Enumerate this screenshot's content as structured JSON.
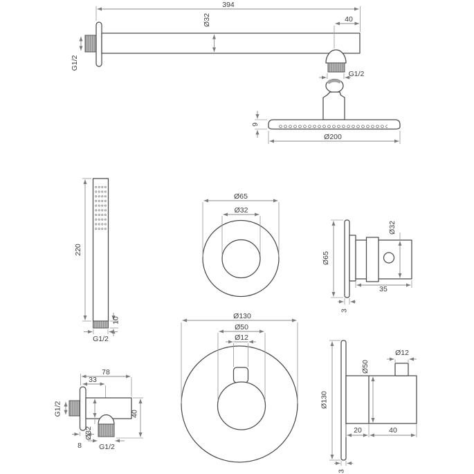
{
  "drawing": {
    "kind": "technical dimension diagram",
    "subject": "concealed thermostatic shower set (rain head arm, hand shower, outlet elbow, valve trims)",
    "units": "mm",
    "colors": {
      "background": "#ffffff",
      "object_line": "#4a4a4a",
      "dimension_line": "#8a8a8a",
      "text": "#3a3a3a",
      "thread_fill": "#b6b6b6",
      "thread_stripe": "#8b8b8b"
    }
  },
  "views": {
    "arm": {
      "title": "wall shower arm with rain head, side view",
      "labels": {
        "length": "394",
        "arm_diameter": "Ø32",
        "end_offset": "40",
        "wall_thread": "G1/2",
        "joint_thread": "G1/2",
        "head_thickness": "9",
        "head_diameter": "Ø200"
      }
    },
    "handshower": {
      "title": "hand shower, front view",
      "labels": {
        "length": "220",
        "nut_height": "10",
        "thread": "G1/2"
      }
    },
    "escutcheon_small": {
      "title": "small escutcheon, front view",
      "labels": {
        "outer_diameter": "Ø65",
        "inner_diameter": "Ø32"
      }
    },
    "valve_small": {
      "title": "diverter valve trim, side view",
      "labels": {
        "plate_diameter": "Ø65",
        "handle_diameter": "Ø32",
        "depth": "35",
        "plate_thickness": "3"
      }
    },
    "elbow": {
      "title": "wall outlet elbow, side view",
      "labels": {
        "width": "78",
        "outlet_offset": "33",
        "inlet_thread": "G1/2",
        "body_diameter": "Ø32",
        "height": "40",
        "plate_thickness": "8",
        "outlet_thread": "G1/2"
      }
    },
    "escutcheon_large": {
      "title": "thermostat escutcheon, front view",
      "labels": {
        "outer_diameter": "Ø130",
        "knob_diameter": "Ø50",
        "lever_diameter": "Ø12"
      }
    },
    "valve_large": {
      "title": "thermostat valve trim, side view",
      "labels": {
        "plate_diameter": "Ø130",
        "knob_diameter": "Ø50",
        "lever_diameter": "Ø12",
        "inner_depth": "20",
        "outer_depth": "40",
        "plate_thickness": "3"
      }
    }
  }
}
